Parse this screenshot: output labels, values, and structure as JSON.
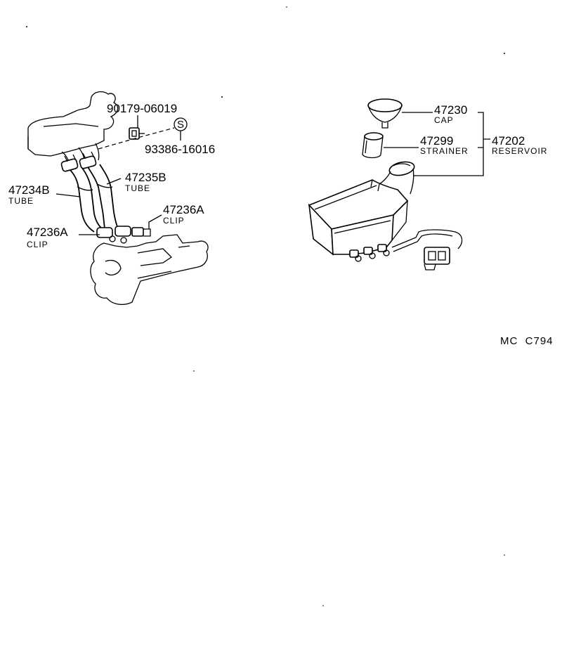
{
  "left_assembly": {
    "bolt": {
      "number": "90179-06019"
    },
    "clamp": {
      "number": "93386-16016",
      "symbol": "S"
    },
    "tube_b": {
      "number": "47235B",
      "name": "TUBE"
    },
    "tube_a": {
      "number": "47234B",
      "name": "TUBE"
    },
    "clip_right": {
      "number": "47236A",
      "name": "CLIP"
    },
    "clip_left": {
      "number": "47236A",
      "name": "CLIP"
    }
  },
  "right_assembly": {
    "cap": {
      "number": "47230",
      "name": "CAP"
    },
    "strainer": {
      "number": "47299",
      "name": "STRAINER"
    },
    "reservoir": {
      "number": "47202",
      "name": "RESERVOIR"
    }
  },
  "figure_code": "MC  C794"
}
